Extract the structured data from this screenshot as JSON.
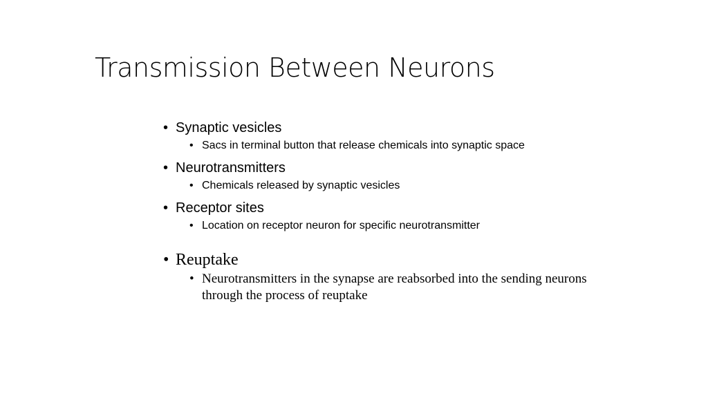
{
  "slide": {
    "title": "Transmission Between Neurons",
    "bullet_glyph": "•",
    "items": [
      {
        "label": "Synaptic vesicles",
        "sub": "Sacs in terminal button that release chemicals into synaptic space"
      },
      {
        "label": "Neurotransmitters",
        "sub": "Chemicals released by synaptic vesicles"
      },
      {
        "label": "Receptor sites",
        "sub": "Location on receptor neuron for specific neurotransmitter"
      },
      {
        "label": "Reuptake",
        "sub": "Neurotransmitters in the synapse are reabsorbed into the sending neurons through the process of reuptake"
      }
    ]
  }
}
